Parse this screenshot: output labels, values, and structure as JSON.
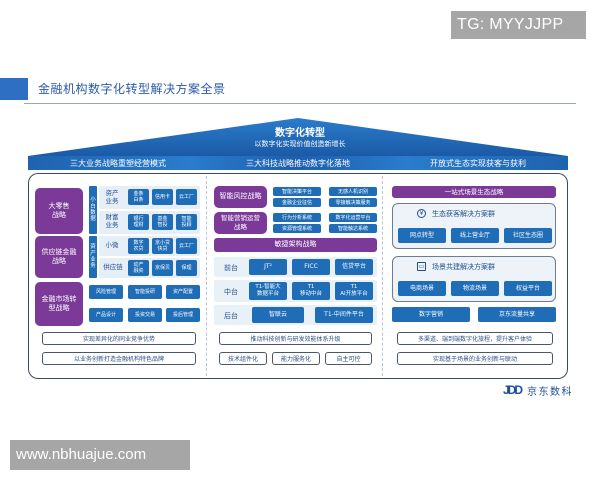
{
  "watermarks": {
    "top": "TG: MYYJJPP",
    "bottom": "www.nbhuajue.com"
  },
  "page": {
    "title": "金融机构数字化转型解决方案全景"
  },
  "colors": {
    "primary_blue": "#1f6db7",
    "purple": "#7b3a98",
    "band_blue": "#1e63b0",
    "title_blue": "#2a5aa8"
  },
  "roof": {
    "title": "数字化转型",
    "subtitle": "以数字化实现价值创造新增长"
  },
  "band": {
    "left": "三大业务战略重塑经营模式",
    "middle": "三大科技战略推动数字化落地",
    "right": "开放式生态实现获客与获利"
  },
  "left": {
    "strategies": [
      {
        "label": "大零售\n战略"
      },
      {
        "label": "供应链金融\n战略"
      },
      {
        "label": "金融市场转\n型战略"
      }
    ],
    "retail": {
      "tag": "小\n白\n数\n据",
      "rows": [
        {
          "label": "资产\n业务",
          "items": [
            "金条\n白条",
            "信用卡",
            "云工厂"
          ]
        },
        {
          "label": "财富\n业务",
          "items": [
            "银行\n理财",
            "基金\n智投",
            "智能\n投顾"
          ]
        }
      ]
    },
    "supply": {
      "tag": "资\n产\n业\n务",
      "rows": [
        {
          "label": "小微",
          "items": [
            "数字\n农贷",
            "京小贷\n快贷",
            "云工厂"
          ]
        },
        {
          "label": "供应链",
          "items": [
            "动产\n融资",
            "京保贝",
            "保理"
          ]
        }
      ]
    },
    "market": {
      "items": [
        "风险管理",
        "智能投研",
        "资产配置",
        "产品设计",
        "投资交易",
        "投后管理"
      ]
    },
    "outcomes": [
      "实现差异化的同业竞争优势",
      "以业务创新打造金融机构特色品牌"
    ]
  },
  "middle": {
    "risk": {
      "label": "智能风控战略",
      "items": [
        "智能决策平台",
        "无感人机识别",
        "金融企业征信",
        "零接触决策服务"
      ]
    },
    "marketing": {
      "label": "智能营销运营\n战略",
      "items": [
        "行为分析系统",
        "数字化运营平台",
        "资源管理系统",
        "智能触达系统"
      ]
    },
    "agile": {
      "label": "敏捷架构战略"
    },
    "tiers": [
      {
        "label": "前台",
        "items": [
          "JT²",
          "FICC",
          "信贷平台"
        ]
      },
      {
        "label": "中台",
        "items": [
          "T1-智能大\n数据平台",
          "T1\n移动中台",
          "T1\nAI开放平台"
        ]
      },
      {
        "label": "后台",
        "items": [
          "智联云",
          "T1-中间件平台"
        ]
      }
    ],
    "outcomes": [
      "推动科技创新与研发效能体系升级",
      "技术组件化",
      "能力服务化",
      "自主可控"
    ]
  },
  "right": {
    "header": "一站式场景生态战略",
    "groups": [
      {
        "title": "生态获客解决方案群",
        "icon": "yen-circle-icon",
        "items": [
          "网点转型",
          "线上营业厅",
          "社区生态圈"
        ]
      },
      {
        "title": "场景共建解决方案群",
        "icon": "monitor-icon",
        "items": [
          "电商场景",
          "物流场景",
          "权益平台"
        ]
      }
    ],
    "wide": [
      "数字营销",
      "京东流量共享"
    ],
    "outcomes": [
      "多渠道、端到端数字化旅程，提升客户体验",
      "实现基于场景的业务创新与联动"
    ]
  },
  "logo": {
    "mark": "JDD",
    "text": "京东数科"
  }
}
